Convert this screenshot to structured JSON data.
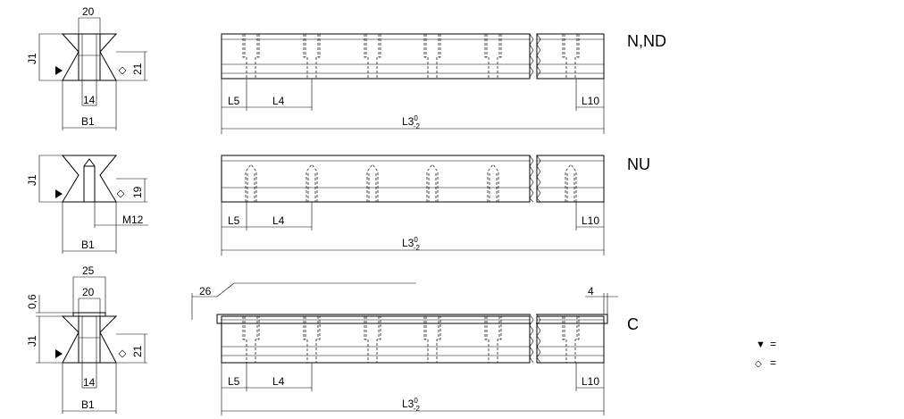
{
  "colors": {
    "line": "#000000",
    "background": "#ffffff"
  },
  "legend": {
    "triangle_symbol": "▼",
    "diamond_symbol": "◇",
    "triangle_eq": "=",
    "diamond_eq": "="
  },
  "rows": [
    {
      "label": "N,ND",
      "section_dims": {
        "top": "20",
        "left": "J1",
        "right": "21",
        "inner": "14",
        "bottom": "B1"
      },
      "rail_dims": {
        "l5": "L5",
        "l4": "L4",
        "l10": "L10",
        "l3": "L3",
        "l3_sup": "0",
        "l3_sub": "-2"
      }
    },
    {
      "label": "NU",
      "section_dims": {
        "left": "J1",
        "right": "19",
        "thread": "M12",
        "bottom": "B1"
      },
      "rail_dims": {
        "l5": "L5",
        "l4": "L4",
        "l10": "L10",
        "l3": "L3",
        "l3_sup": "0",
        "l3_sub": "-2"
      }
    },
    {
      "label": "C",
      "section_dims": {
        "top_outer": "25",
        "top": "20",
        "gap": "0,6",
        "left": "J1",
        "right": "21",
        "inner": "14",
        "bottom": "B1"
      },
      "rail_dims": {
        "l5": "L5",
        "l4": "L4",
        "l10": "L10",
        "l3": "L3",
        "l3_sup": "0",
        "l3_sub": "-2",
        "left_offset": "26",
        "right_offset": "4"
      }
    }
  ]
}
